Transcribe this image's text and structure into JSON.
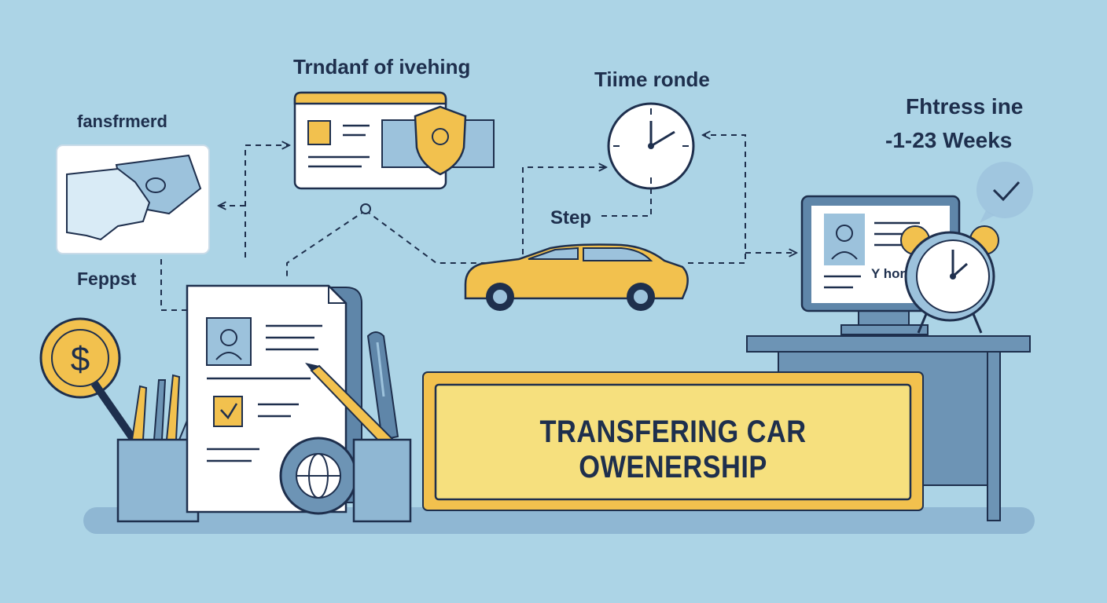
{
  "labels": {
    "transferred": "fansfrmerd",
    "deposit": "Feppst",
    "transfer_of_vehicle": "Trndanf of ivehing",
    "time_frame": "Tiime ronde",
    "step": "Step",
    "fitness_line": "Fhtress ine",
    "duration": "-1-23 Weeks"
  },
  "banner": {
    "title": "TRANSFERING CAR OWENERSHIP"
  },
  "monitor": {
    "text": "Y hor"
  },
  "colors": {
    "background": "#acd4e6",
    "accent_yellow": "#f2c14e",
    "banner_fill": "#f6e07e",
    "outline": "#1e2f4d",
    "panel_blue": "#6d94b5"
  }
}
